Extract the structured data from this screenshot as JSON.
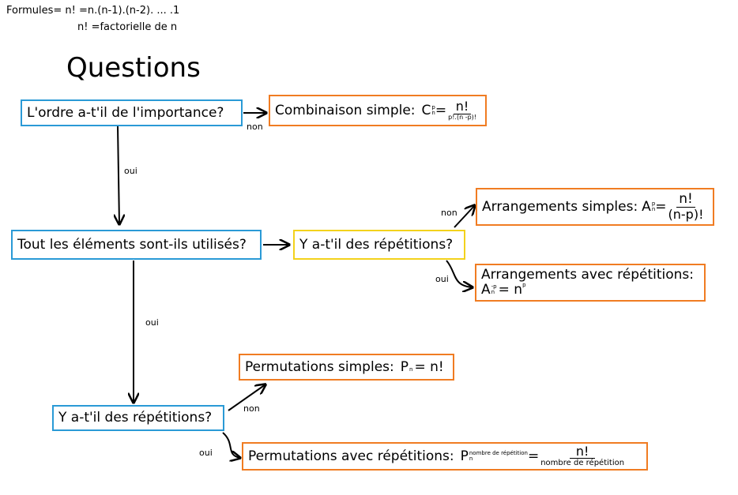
{
  "header": {
    "formula_line": "Formules= n! =n.(n-1).(n-2). ... .1",
    "factorial_line": "n! =factorielle de n"
  },
  "title": "Questions",
  "nodes": {
    "q1": "L'ordre a-t'il de l'importance?",
    "q2": "Tout les éléments sont-ils utilisés?",
    "q3": "Y a-t'il des répétitions?",
    "q4": "Y a-t'il des répétitions?",
    "combinaison": {
      "label": "Combinaison simple:",
      "symbol": "C",
      "sup": "p",
      "sub": "n",
      "eq": "=",
      "numerator": "n!",
      "denominator": "p!.(n -p)!"
    },
    "arr_simple": {
      "label": "Arrangements simples:",
      "symbol": "A",
      "sup": "p",
      "sub": "n",
      "eq": "=",
      "numerator": "n!",
      "denominator": "(n-p)!"
    },
    "arr_rep": {
      "label": "Arrangements avec répétitions:",
      "symbol": "A",
      "sup": "-p",
      "sub": "n",
      "eq": "= n",
      "exp": "p"
    },
    "perm_simple": {
      "label": "Permutations simples:",
      "symbol": "P",
      "sub": "n",
      "eq": "= n!"
    },
    "perm_rep": {
      "label": "Permutations avec répétitions:",
      "symbol": "P",
      "sup": "nombre de répétition",
      "sub": "n",
      "eq": "=",
      "numerator": "n!",
      "denominator": "nombre de répétition"
    }
  },
  "edge_labels": {
    "q1_non": "non",
    "q1_oui": "oui",
    "q2_oui": "oui",
    "q3_non": "non",
    "q3_oui": "oui",
    "q4_non": "non",
    "q4_oui": "oui"
  },
  "colors": {
    "question_border": "#2a9ad6",
    "branch_question_border": "#f3d21c",
    "result_border": "#f07c22"
  }
}
